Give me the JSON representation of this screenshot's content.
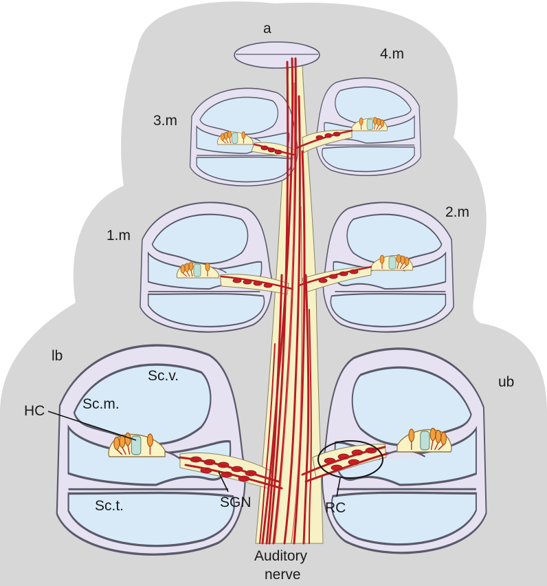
{
  "labels": {
    "apex": "a",
    "turn4": "4.m",
    "turn3": "3.m",
    "turn2": "2.m",
    "turn1": "1.m",
    "lower_basal": "lb",
    "upper_basal": "ub",
    "scala_vestibuli": "Sc.v.",
    "scala_media": "Sc.m.",
    "hair_cells": "HC",
    "scala_tympani": "Sc.t.",
    "spiral_ganglion": "SGN",
    "rosenthal_canal": "RC",
    "nerve_line1": "Auditory",
    "nerve_line2": "nerve"
  },
  "colors": {
    "bone": "#d7d7d7",
    "duct_wall": "#e6e2f2",
    "scala_fill": "#d8eaf8",
    "nerve_fibers": "#b81c22",
    "hair_cells": "#f0a040",
    "organ_of_corti": "#fbf3c4"
  }
}
